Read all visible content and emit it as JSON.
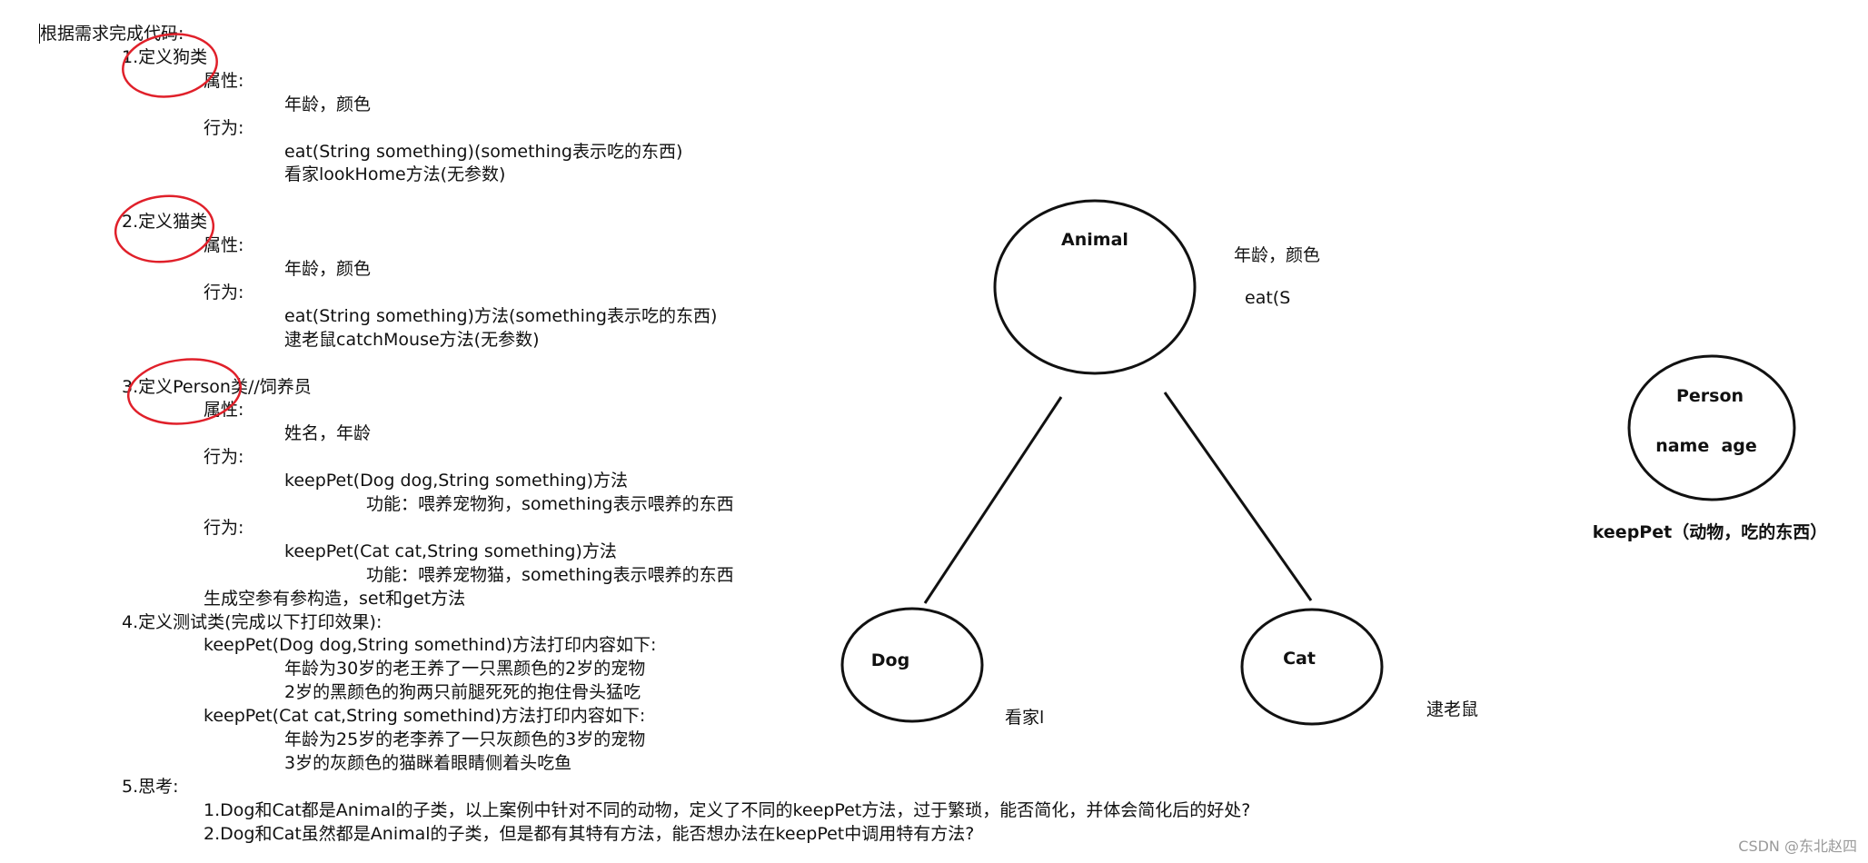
{
  "requirements": [
    {
      "text": "根据需求完成代码:",
      "indent": 0
    },
    {
      "text": "1.定义狗类",
      "indent": 1
    },
    {
      "text": "属性:",
      "indent": 2
    },
    {
      "text": "年龄，颜色",
      "indent": 3
    },
    {
      "text": "行为:",
      "indent": 2
    },
    {
      "text": "eat(String something)(something表示吃的东西)",
      "indent": 3
    },
    {
      "text": "看家lookHome方法(无参数)",
      "indent": 3
    },
    {
      "text": "",
      "indent": 0
    },
    {
      "text": "2.定义猫类",
      "indent": 1
    },
    {
      "text": "属性:",
      "indent": 2
    },
    {
      "text": "年龄，颜色",
      "indent": 3
    },
    {
      "text": "行为:",
      "indent": 2
    },
    {
      "text": "eat(String something)方法(something表示吃的东西)",
      "indent": 3
    },
    {
      "text": "逮老鼠catchMouse方法(无参数)",
      "indent": 3
    },
    {
      "text": "",
      "indent": 0
    },
    {
      "text": "3.定义Person类//饲养员",
      "indent": 1
    },
    {
      "text": "属性:",
      "indent": 2
    },
    {
      "text": "姓名，年龄",
      "indent": 3
    },
    {
      "text": "行为:",
      "indent": 2
    },
    {
      "text": "keepPet(Dog dog,String something)方法",
      "indent": 3
    },
    {
      "text": "功能：喂养宠物狗，something表示喂养的东西",
      "indent": 4
    },
    {
      "text": "行为:",
      "indent": 2
    },
    {
      "text": "keepPet(Cat cat,String something)方法",
      "indent": 3
    },
    {
      "text": "功能：喂养宠物猫，something表示喂养的东西",
      "indent": 4
    },
    {
      "text": "生成空参有参构造，set和get方法",
      "indent": 2
    },
    {
      "text": "4.定义测试类(完成以下打印效果):",
      "indent": 1
    },
    {
      "text": "keepPet(Dog dog,String somethind)方法打印内容如下:",
      "indent": 2
    },
    {
      "text": "年龄为30岁的老王养了一只黑颜色的2岁的宠物",
      "indent": 3
    },
    {
      "text": "2岁的黑颜色的狗两只前腿死死的抱住骨头猛吃",
      "indent": 3
    },
    {
      "text": "keepPet(Cat cat,String somethind)方法打印内容如下:",
      "indent": 2
    },
    {
      "text": "年龄为25岁的老李养了一只灰颜色的3岁的宠物",
      "indent": 3
    },
    {
      "text": "3岁的灰颜色的猫眯着眼睛侧着头吃鱼",
      "indent": 3
    },
    {
      "text": "5.思考:",
      "indent": 1
    },
    {
      "text": "1.Dog和Cat都是Animal的子类，以上案例中针对不同的动物，定义了不同的keepPet方法，过于繁琐，能否简化，并体会简化后的好处?",
      "indent": 2
    },
    {
      "text": "2.Dog和Cat虽然都是Animal的子类，但是都有其特有方法，能否想办法在keepPet中调用特有方法?",
      "indent": 2
    }
  ],
  "diagram": {
    "animal": {
      "label": "Animal",
      "attrs": "年龄，颜色",
      "method": "eat(S"
    },
    "dog": {
      "label": "Dog",
      "method": "看家l"
    },
    "cat": {
      "label": "Cat",
      "method": "逮老鼠"
    },
    "person": {
      "label": "Person",
      "attrs": "name  age",
      "method": "keepPet（动物，吃的东西）"
    }
  },
  "watermark": "CSDN @东北赵四",
  "colors": {
    "highlight_circle": "#e0202a",
    "ink": "#111111",
    "watermark": "#9a9a9a"
  }
}
